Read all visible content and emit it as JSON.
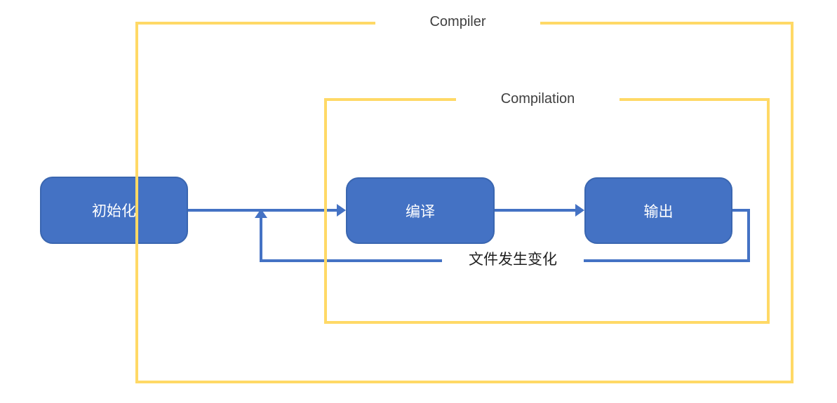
{
  "diagram": {
    "groups": [
      {
        "id": "compiler",
        "label": "Compiler"
      },
      {
        "id": "compilation",
        "label": "Compilation"
      }
    ],
    "nodes": [
      {
        "id": "init",
        "label": "初始化"
      },
      {
        "id": "compile",
        "label": "编译"
      },
      {
        "id": "output",
        "label": "输出"
      }
    ],
    "edges": [
      {
        "from": "init",
        "to": "compile",
        "label": ""
      },
      {
        "from": "compile",
        "to": "output",
        "label": ""
      },
      {
        "from": "output",
        "to": "init-compile-connector",
        "label": "文件发生变化"
      }
    ],
    "colors": {
      "group_border": "#FFD966",
      "node_fill": "#4472C4",
      "node_border": "#3A66B0",
      "node_text": "#FFFFFF",
      "connector": "#4472C4",
      "group_label_text": "#404040",
      "edge_label_text": "#1F1F1F"
    }
  }
}
